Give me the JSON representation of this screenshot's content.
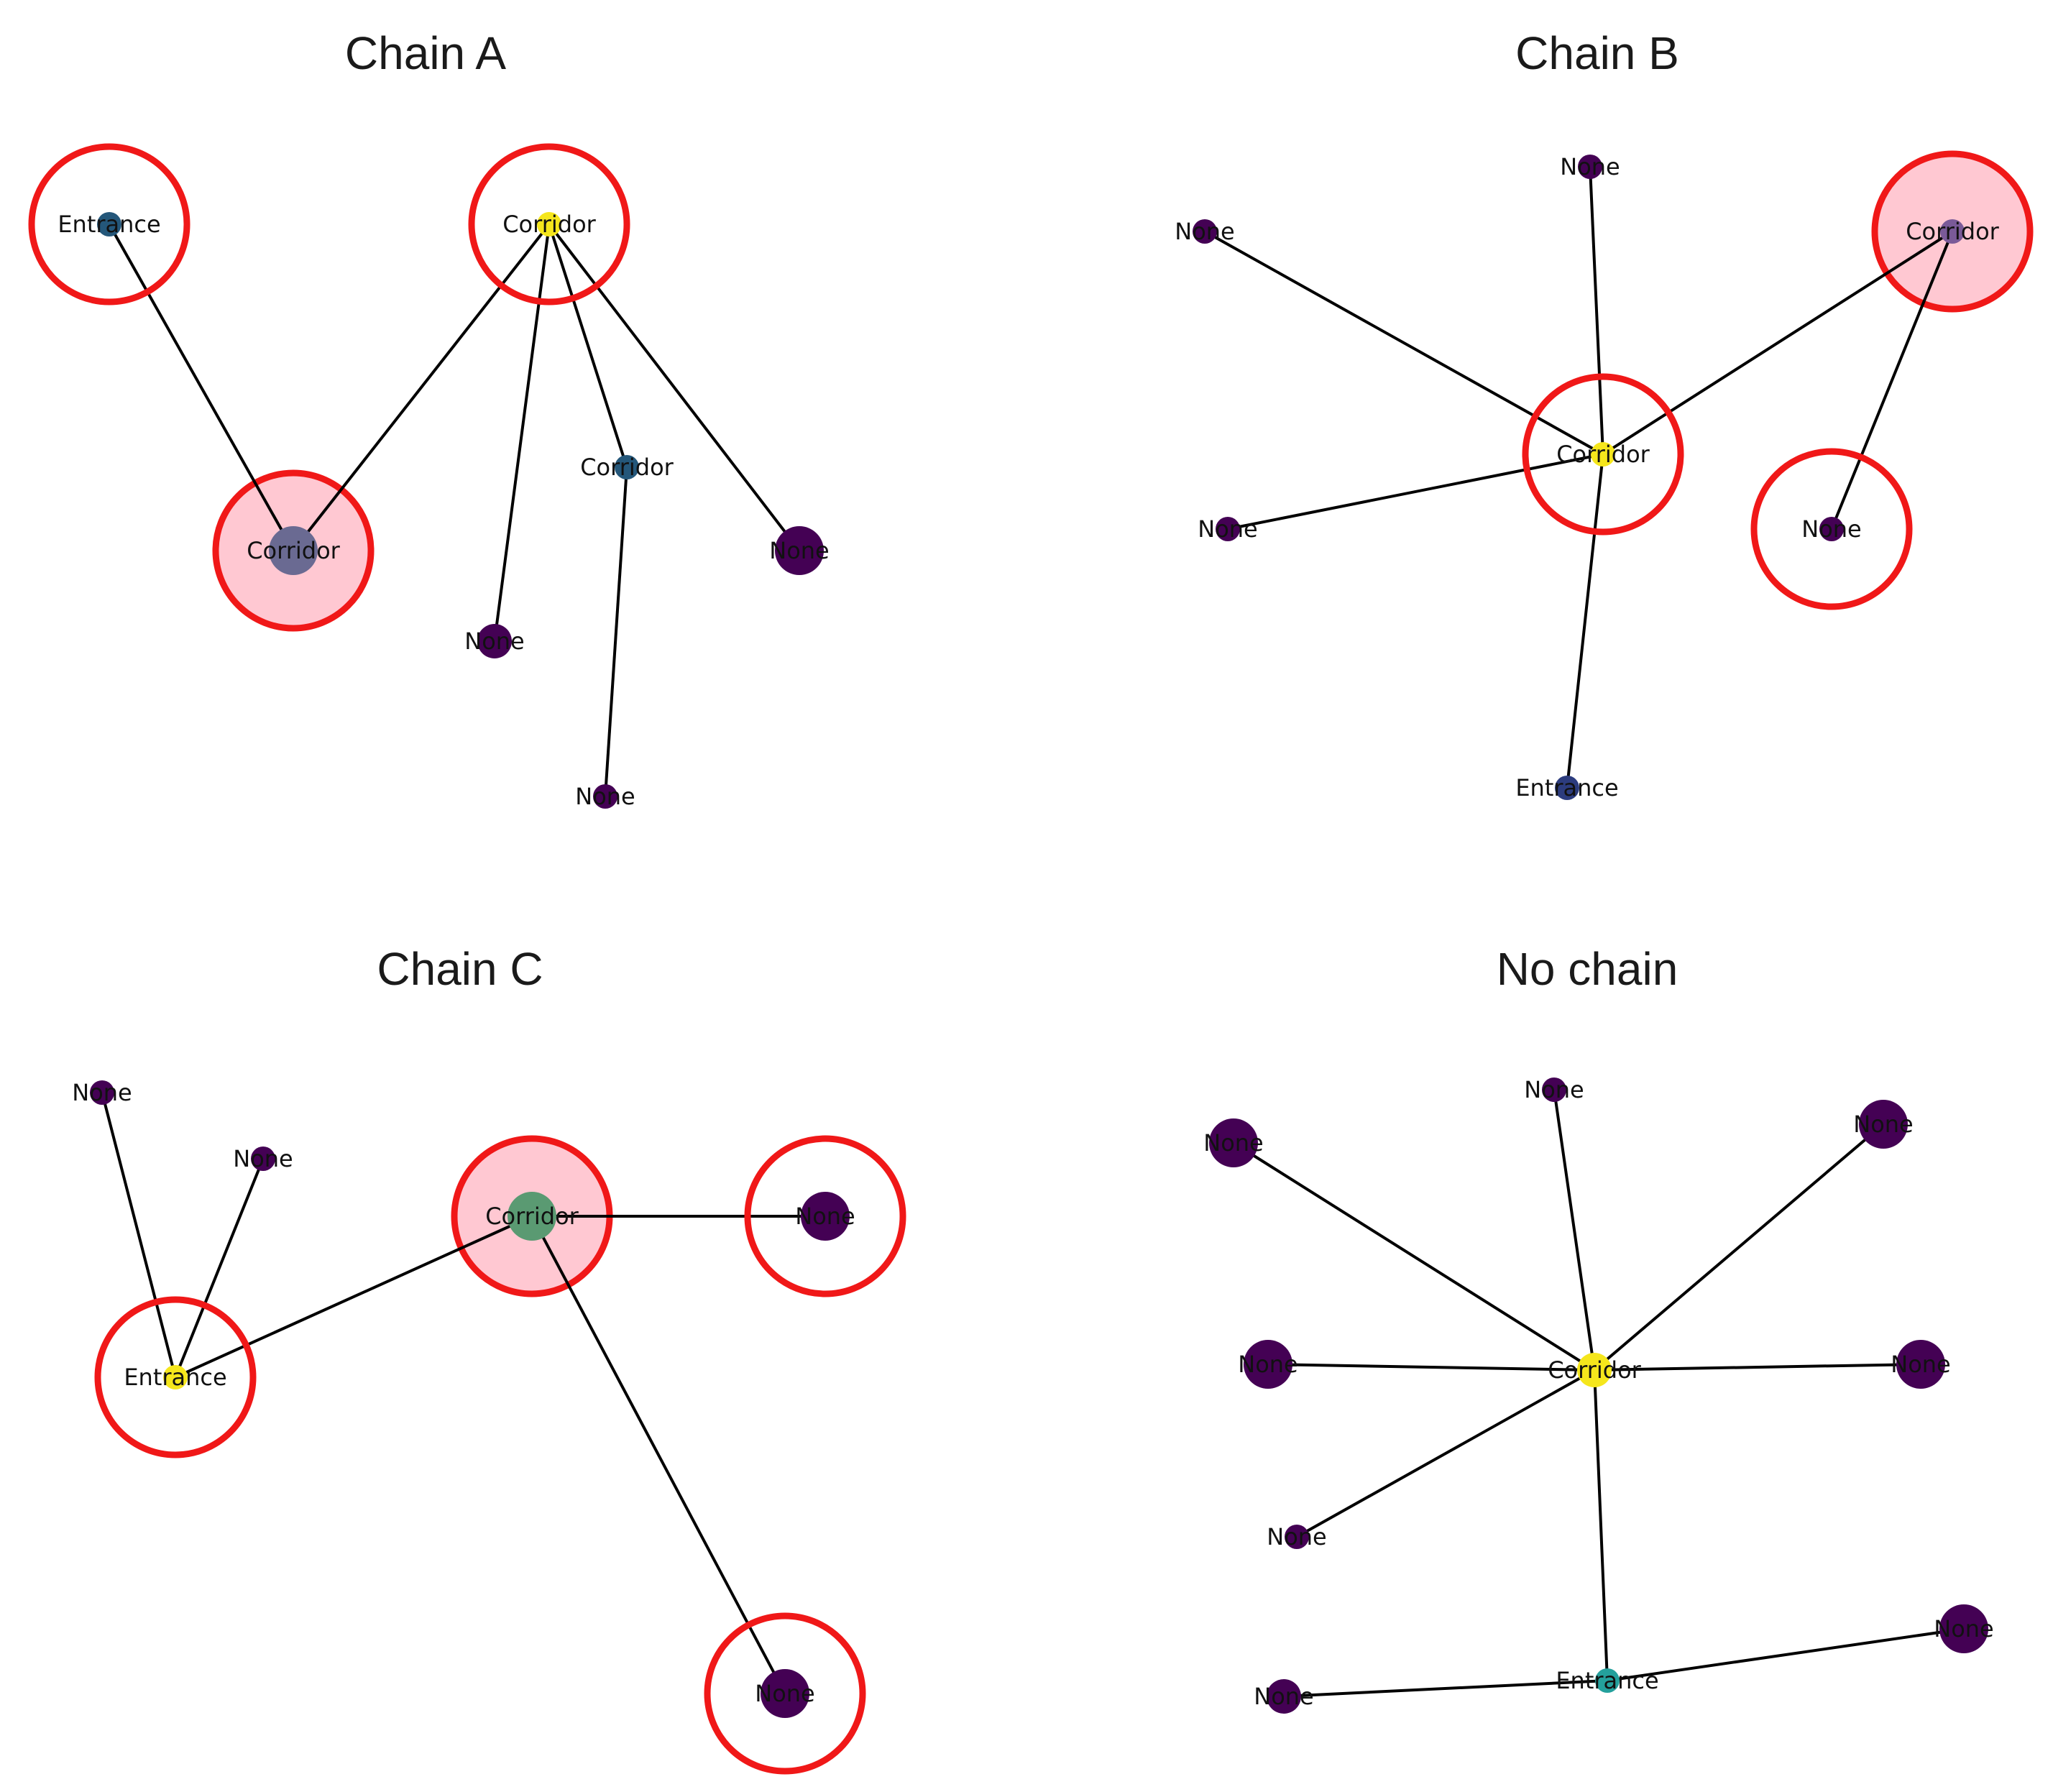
{
  "colors": {
    "ring": "#f01818",
    "highlight_fill": "#ffc8d2",
    "edge": "#000000",
    "node_dark_purple": "#440154",
    "node_blue": "#24577a",
    "node_navy": "#2c3c7e",
    "node_yellow": "#f5e61c",
    "node_slate": "#6a6a92",
    "node_violet": "#7a5a98",
    "node_green": "#5a9a72",
    "node_teal": "#24a09c"
  },
  "panels": [
    {
      "title": "Chain A",
      "nodes": [
        {
          "label": "Entrance",
          "color": "node_blue",
          "size": "small"
        },
        {
          "label": "Corridor",
          "color": "node_yellow",
          "size": "small"
        },
        {
          "label": "Corridor",
          "color": "node_slate",
          "size": "large"
        },
        {
          "label": "Corridor",
          "color": "node_blue",
          "size": "small"
        },
        {
          "label": "None",
          "color": "node_dark_purple",
          "size": "medium"
        },
        {
          "label": "None",
          "color": "node_dark_purple",
          "size": "large"
        },
        {
          "label": "None",
          "color": "node_dark_purple",
          "size": "small"
        }
      ],
      "edges": [
        [
          0,
          2
        ],
        [
          1,
          2
        ],
        [
          1,
          4
        ],
        [
          1,
          3
        ],
        [
          1,
          5
        ],
        [
          3,
          6
        ]
      ],
      "rings": [
        {
          "node": 0,
          "filled": false
        },
        {
          "node": 1,
          "filled": false
        },
        {
          "node": 2,
          "filled": true
        }
      ]
    },
    {
      "title": "Chain B",
      "nodes": [
        {
          "label": "None",
          "color": "node_dark_purple",
          "size": "small"
        },
        {
          "label": "None",
          "color": "node_dark_purple",
          "size": "small"
        },
        {
          "label": "Corridor",
          "color": "node_violet",
          "size": "small"
        },
        {
          "label": "Corridor",
          "color": "node_yellow",
          "size": "small"
        },
        {
          "label": "None",
          "color": "node_dark_purple",
          "size": "small"
        },
        {
          "label": "None",
          "color": "node_dark_purple",
          "size": "small"
        },
        {
          "label": "Entrance",
          "color": "node_navy",
          "size": "small"
        }
      ],
      "edges": [
        [
          3,
          0
        ],
        [
          3,
          1
        ],
        [
          3,
          2
        ],
        [
          3,
          4
        ],
        [
          3,
          6
        ],
        [
          2,
          5
        ]
      ],
      "rings": [
        {
          "node": 2,
          "filled": true
        },
        {
          "node": 3,
          "filled": false
        },
        {
          "node": 5,
          "filled": false
        }
      ]
    },
    {
      "title": "Chain C",
      "nodes": [
        {
          "label": "None",
          "color": "node_dark_purple",
          "size": "small"
        },
        {
          "label": "None",
          "color": "node_dark_purple",
          "size": "small"
        },
        {
          "label": "Corridor",
          "color": "node_green",
          "size": "large"
        },
        {
          "label": "None",
          "color": "node_dark_purple",
          "size": "large"
        },
        {
          "label": "Entrance",
          "color": "node_yellow",
          "size": "small"
        },
        {
          "label": "None",
          "color": "node_dark_purple",
          "size": "large"
        }
      ],
      "edges": [
        [
          4,
          0
        ],
        [
          4,
          1
        ],
        [
          4,
          2
        ],
        [
          2,
          3
        ],
        [
          2,
          5
        ]
      ],
      "rings": [
        {
          "node": 2,
          "filled": true
        },
        {
          "node": 3,
          "filled": false
        },
        {
          "node": 4,
          "filled": false
        },
        {
          "node": 5,
          "filled": false
        }
      ]
    },
    {
      "title": "No chain",
      "nodes": [
        {
          "label": "None",
          "color": "node_dark_purple",
          "size": "small"
        },
        {
          "label": "None",
          "color": "node_dark_purple",
          "size": "large"
        },
        {
          "label": "None",
          "color": "node_dark_purple",
          "size": "large"
        },
        {
          "label": "None",
          "color": "node_dark_purple",
          "size": "large"
        },
        {
          "label": "Corridor",
          "color": "node_yellow",
          "size": "medium"
        },
        {
          "label": "None",
          "color": "node_dark_purple",
          "size": "large"
        },
        {
          "label": "None",
          "color": "node_dark_purple",
          "size": "small"
        },
        {
          "label": "None",
          "color": "node_dark_purple",
          "size": "large"
        },
        {
          "label": "None",
          "color": "node_dark_purple",
          "size": "medium"
        },
        {
          "label": "Entrance",
          "color": "node_teal",
          "size": "small"
        }
      ],
      "edges": [
        [
          4,
          0
        ],
        [
          4,
          1
        ],
        [
          4,
          2
        ],
        [
          4,
          3
        ],
        [
          4,
          5
        ],
        [
          4,
          6
        ],
        [
          4,
          9
        ],
        [
          9,
          8
        ],
        [
          9,
          7
        ]
      ],
      "rings": []
    }
  ]
}
